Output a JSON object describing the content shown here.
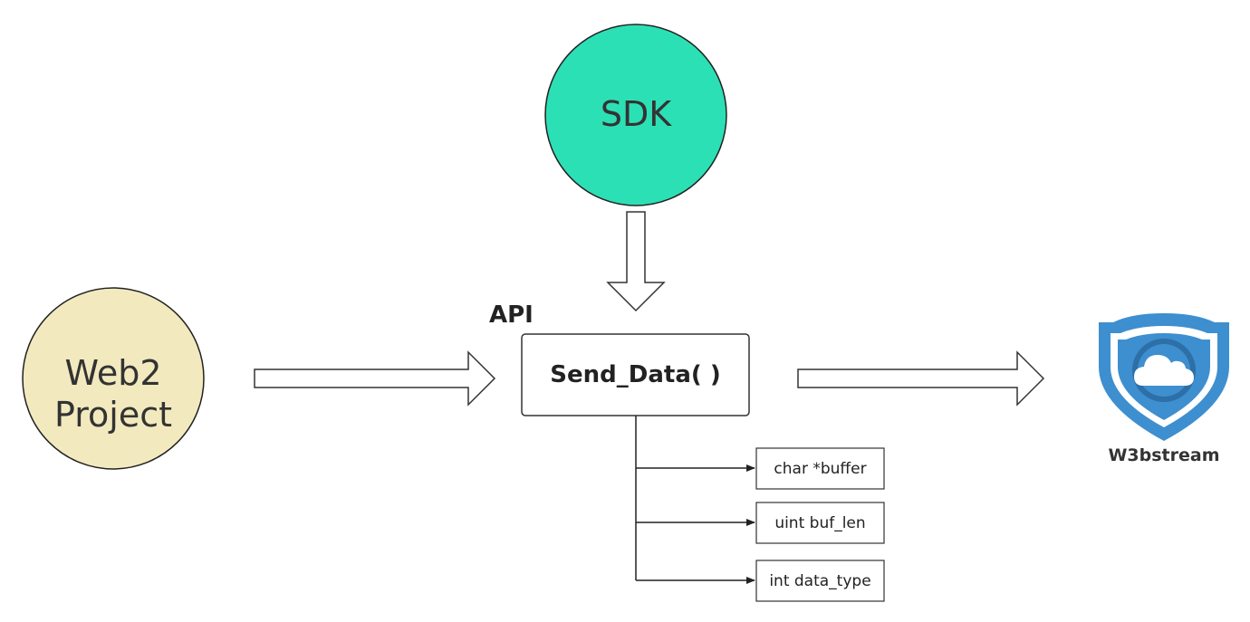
{
  "nodes": {
    "sdk": {
      "label": "SDK",
      "color": "#2ce0b5"
    },
    "web2": {
      "label_lines": [
        "Web2",
        "Project"
      ],
      "color": "#f2eabe"
    },
    "api": {
      "heading": "API",
      "function": "Send_Data( )"
    },
    "params": [
      {
        "label": "char *buffer"
      },
      {
        "label": "uint buf_len"
      },
      {
        "label": "int data_type"
      }
    ],
    "w3bstream": {
      "label": "W3bstream",
      "icon": "shield-cloud-icon",
      "color": "#3d8fcf"
    }
  },
  "edges": [
    {
      "from": "sdk",
      "to": "api",
      "style": "hollow-arrow"
    },
    {
      "from": "web2",
      "to": "api",
      "style": "hollow-arrow"
    },
    {
      "from": "api",
      "to": "w3bstream",
      "style": "hollow-arrow"
    },
    {
      "from": "api",
      "to": "params",
      "style": "tree-connector"
    }
  ]
}
